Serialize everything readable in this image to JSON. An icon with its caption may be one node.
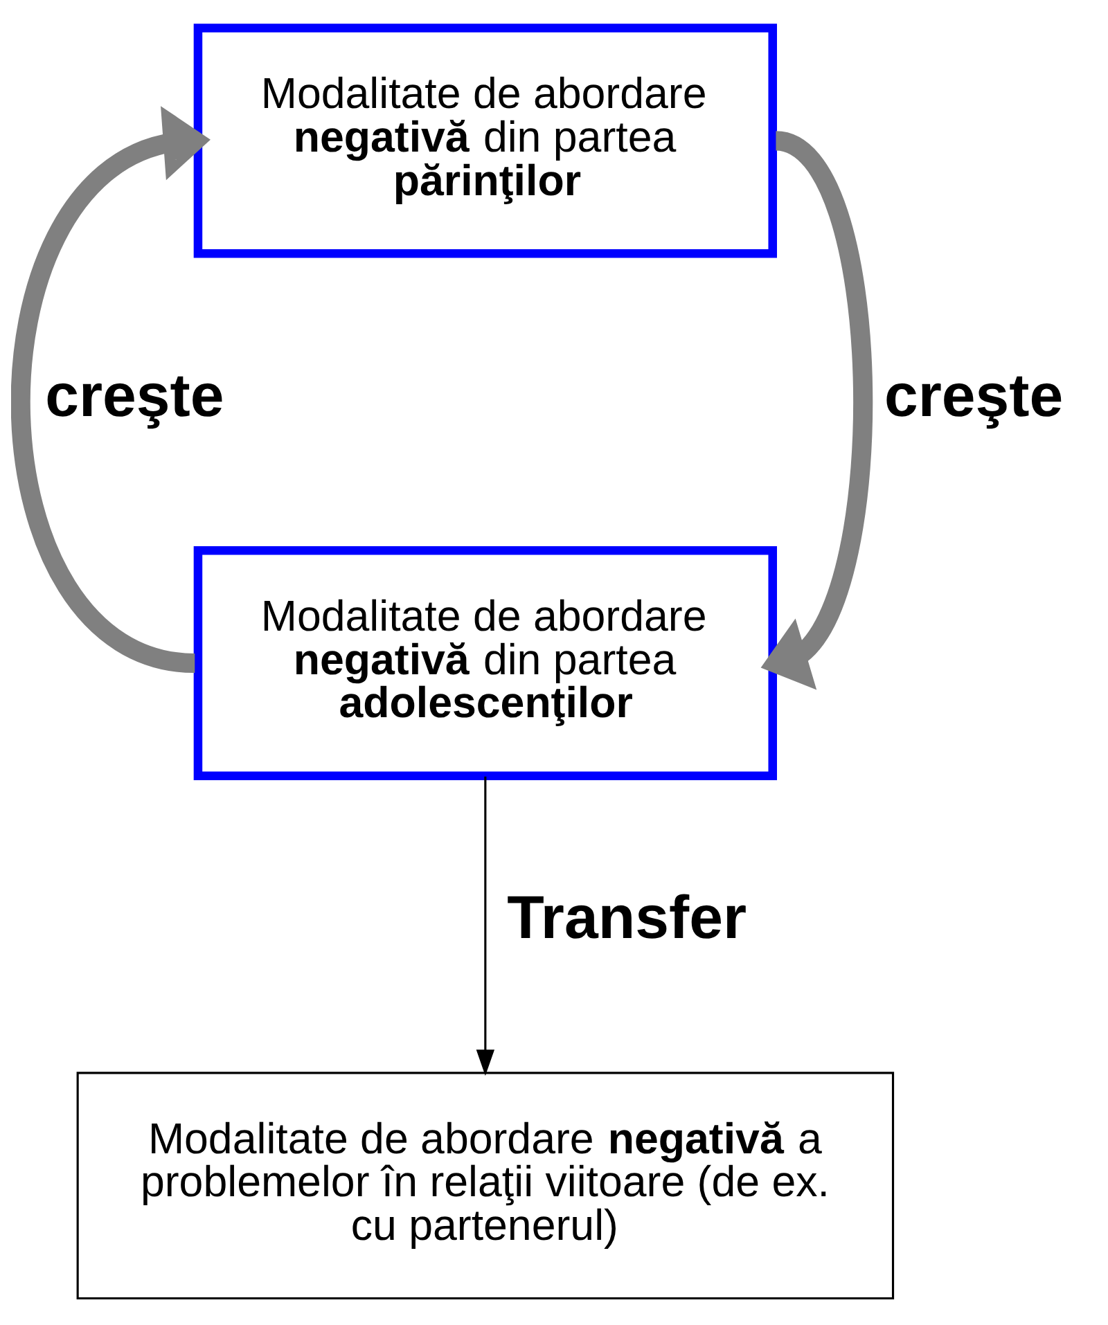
{
  "diagram": {
    "nodes": [
      {
        "text": [
          "Modalitate de abordare **negativă** din partea **părinţilor**"
        ]
      },
      {
        "text": [
          "Modalitate de abordare **negativă** din partea **adolescenţilor**"
        ]
      },
      {
        "text": [
          "Modalitate de abordare **negativă** a problemelor în relaţii viitoare (de ex. cu partenerul)"
        ]
      }
    ],
    "edges": [
      {
        "from": 1,
        "to": 0,
        "arrow": "to",
        "label": "creşte",
        "color": "#808080"
      },
      {
        "from": 0,
        "to": 1,
        "arrow": "to",
        "label": "creşte",
        "color": "#808080"
      },
      {
        "from": 1,
        "to": 2,
        "arrow": "to",
        "label": "Transfer",
        "color": "#000000"
      }
    ]
  }
}
